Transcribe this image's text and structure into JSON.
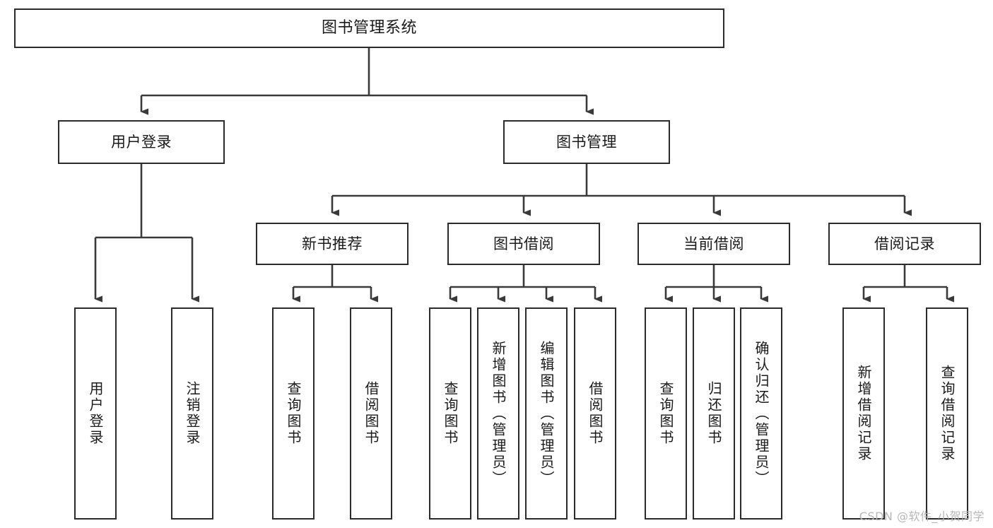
{
  "diagram": {
    "type": "tree",
    "title": "图书管理系统",
    "watermark": "CSDN @软件_小贺同学",
    "colors": {
      "box_border": "#2b2b2b",
      "connector": "#3a3a3a",
      "background": "#ffffff",
      "text": "#1a1a1a",
      "watermark": "#b7b7b7"
    },
    "nodes": {
      "root": {
        "label": "图书管理系统"
      },
      "level2": [
        {
          "label": "用户登录"
        },
        {
          "label": "图书管理"
        }
      ],
      "level3": [
        {
          "label": "新书推荐"
        },
        {
          "label": "图书借阅"
        },
        {
          "label": "当前借阅"
        },
        {
          "label": "借阅记录"
        }
      ],
      "leaves": {
        "user_login": [
          {
            "label": "用户登录"
          },
          {
            "label": "注销登录"
          }
        ],
        "new_book_recommend": [
          {
            "label": "查询图书"
          },
          {
            "label": "借阅图书"
          }
        ],
        "book_borrow": [
          {
            "label": "查询图书"
          },
          {
            "label": "新增图书（管理员）"
          },
          {
            "label": "编辑图书（管理员）"
          },
          {
            "label": "借阅图书"
          }
        ],
        "current_borrow": [
          {
            "label": "查询图书"
          },
          {
            "label": "归还图书"
          },
          {
            "label": "确认归还（管理员）"
          }
        ],
        "borrow_records": [
          {
            "label": "新增借阅记录"
          },
          {
            "label": "查询借阅记录"
          }
        ]
      }
    }
  }
}
